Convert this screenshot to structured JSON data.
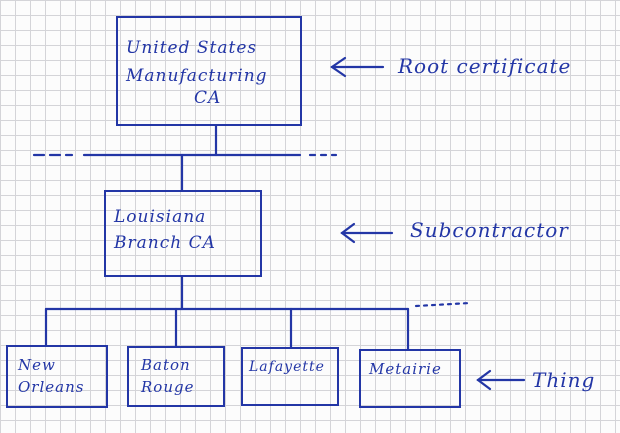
{
  "colors": {
    "ink": "#2336a6",
    "grid": "#d4d4d8"
  },
  "root": {
    "lines": [
      "United States",
      "Manufacturing",
      "CA"
    ]
  },
  "sub": {
    "lines": [
      "Louisiana",
      "Branch CA"
    ]
  },
  "leaves": [
    {
      "lines": [
        "New",
        "Orleans"
      ]
    },
    {
      "lines": [
        "Baton",
        "Rouge"
      ]
    },
    {
      "lines": [
        "Lafayette"
      ]
    },
    {
      "lines": [
        "Metairie"
      ]
    }
  ],
  "annotations": {
    "root": "Root certificate",
    "sub": "Subcontractor",
    "leaf": "Thing"
  }
}
